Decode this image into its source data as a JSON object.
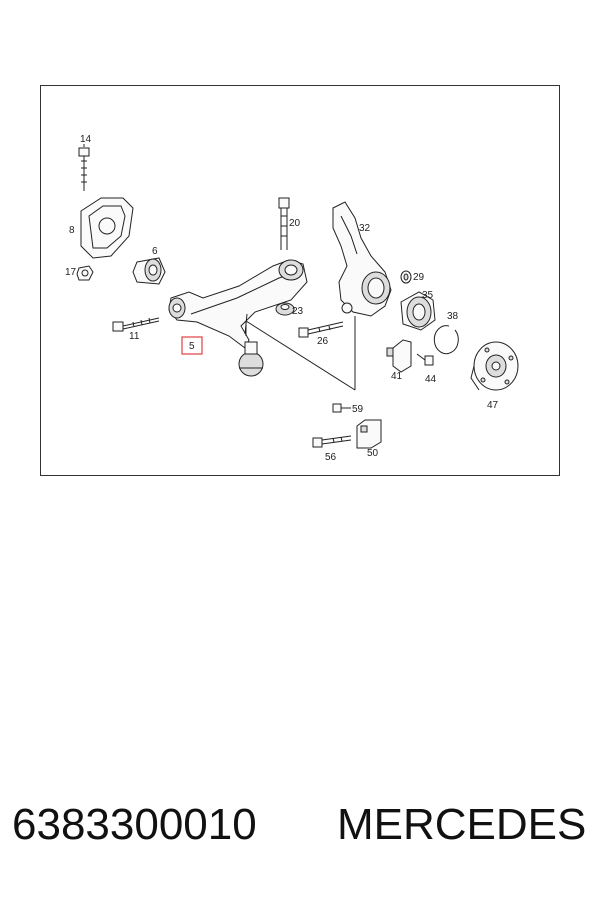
{
  "diagram": {
    "callouts": {
      "c14": "14",
      "c8": "8",
      "c17": "17",
      "c6": "6",
      "c11": "11",
      "c5": "5",
      "c20": "20",
      "c23": "23",
      "c26": "26",
      "c32": "32",
      "c29": "29",
      "c35": "35",
      "c38": "38",
      "c41": "41",
      "c44": "44",
      "c47": "47",
      "c59": "59",
      "c56": "56",
      "c50": "50"
    },
    "highlight_color": "#e04040"
  },
  "caption": {
    "part_number": "6383300010",
    "brand": "MERCEDES"
  }
}
